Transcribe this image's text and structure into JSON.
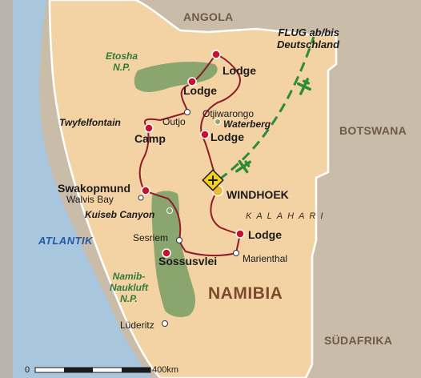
{
  "countries": {
    "angola": "ANGOLA",
    "botswana": "BOTSWANA",
    "suedafrika": "SÜDAFRIKA",
    "namibia": "NAMIBIA"
  },
  "ocean": "ATLANTIK",
  "desert": "KALAHARI",
  "parks": {
    "etosha_line1": "Etosha",
    "etosha_line2": "N.P.",
    "namib_line1": "Namib-",
    "namib_line2": "Naukluft",
    "namib_line3": "N.P."
  },
  "flight_line1": "FLUG ab/bis",
  "flight_line2": "Deutschland",
  "places": {
    "lodge_1": "Lodge",
    "lodge_2": "Lodge",
    "lodge_3": "Lodge",
    "lodge_4": "Lodge",
    "outjo": "Outjo",
    "otjiwarongo": "Otjiwarongo",
    "waterberg": "Waterberg",
    "twyfelfontain": "Twyfelfontain",
    "camp": "Camp",
    "windhoek": "WINDHOEK",
    "swakopmund": "Swakopmund",
    "walvis_bay": "Walvis Bay",
    "kuiseb_canyon": "Kuiseb Canyon",
    "sesriem": "Sesriem",
    "sossusvlei": "Sossusvlei",
    "marienthal": "Marienthal",
    "luederitz": "Lüderitz"
  },
  "scale": {
    "zero": "0",
    "max": "400km"
  },
  "colors": {
    "ocean": "#a9c6df",
    "neighbors": "#c9bca8",
    "namibia": "#f3d2a4",
    "park": "#8aa56d",
    "route": "#8e1c2a",
    "stop": "#c8102e",
    "flight": "#2e8b3a",
    "border": "#ffffff"
  },
  "icons": [
    "airplane-icon",
    "airport-icon"
  ]
}
